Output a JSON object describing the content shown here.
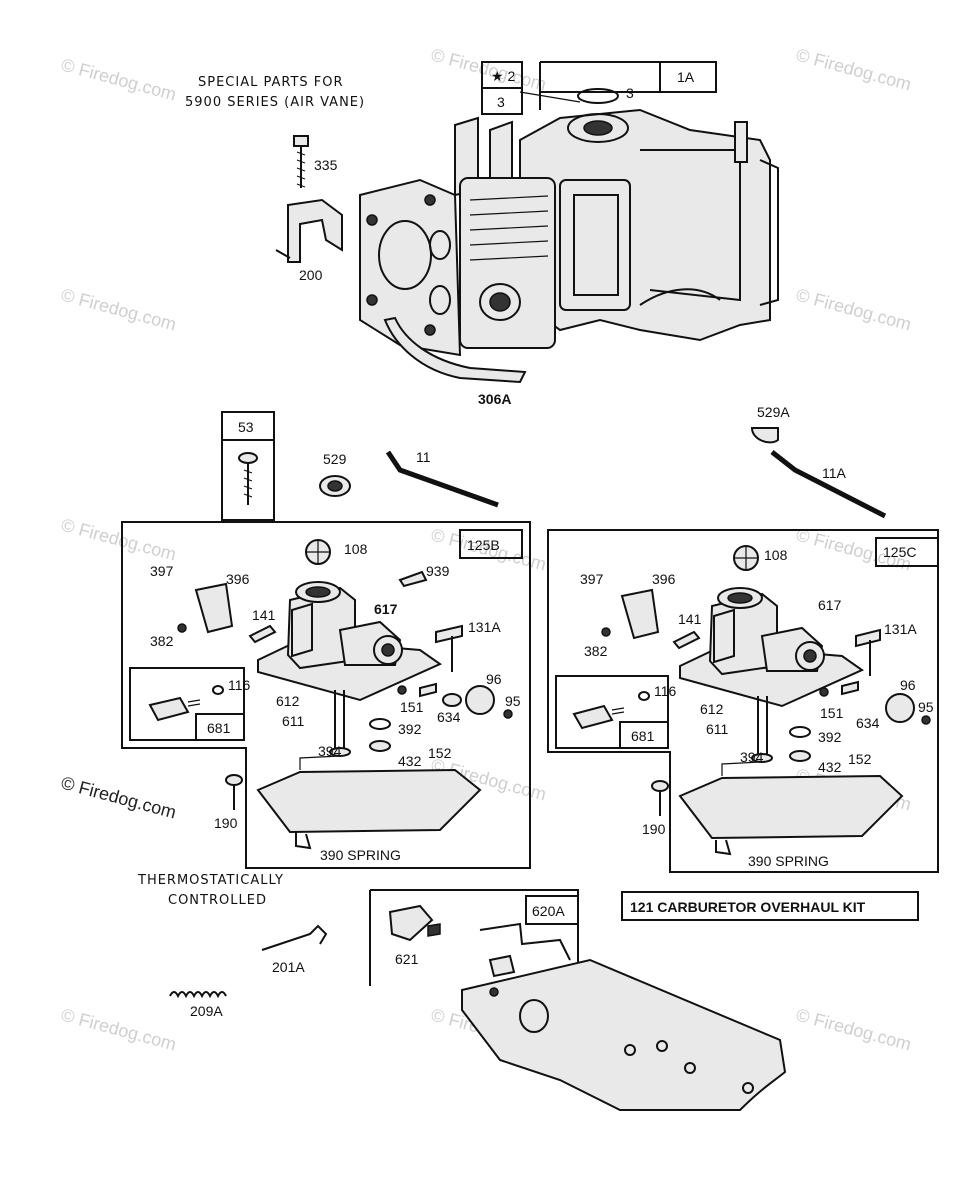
{
  "headings": {
    "special_parts": [
      "SPECIAL PARTS FOR",
      "5900 SERIES (AIR VANE)"
    ],
    "thermostatic": [
      "THERMOSTATICALLY",
      "CONTROLLED"
    ],
    "overhaul_kit": "121  CARBURETOR OVERHAUL KIT"
  },
  "boxes": {
    "star2": "★ 2",
    "b3": "3",
    "b1a": "1A",
    "b53": "53",
    "b125b": "125B",
    "b125c": "125C",
    "b681_left": "681",
    "b681_right": "681",
    "b620a": "620A"
  },
  "callouts": {
    "c3": "3",
    "c335": "335",
    "c200": "200",
    "c306a": "306A",
    "c529": "529",
    "c11": "11",
    "c529a": "529A",
    "c11a": "11A",
    "l108": "108",
    "l939": "939",
    "l397": "397",
    "l396": "396",
    "l382": "382",
    "l141": "141",
    "l617": "617",
    "l131a": "131A",
    "l116": "116",
    "l612": "612",
    "l611": "611",
    "l151": "151",
    "l634": "634",
    "l96": "96",
    "l95": "95",
    "l392": "392",
    "l432": "432",
    "l152": "152",
    "l394": "394",
    "l390": "390 SPRING",
    "l190": "190",
    "r108": "108",
    "r397": "397",
    "r396": "396",
    "r382": "382",
    "r141": "141",
    "r617": "617",
    "r131a": "131A",
    "r116": "116",
    "r612": "612",
    "r611": "611",
    "r151": "151",
    "r634": "634",
    "r96": "96",
    "r95": "95",
    "r392": "392",
    "r432": "432",
    "r152": "152",
    "r394": "394",
    "r390": "390 SPRING",
    "r190": "190",
    "c201a": "201A",
    "c209a": "209A",
    "c621": "621"
  },
  "watermark": "© Firedog.com",
  "watermark_wm": "© Firedog.com"
}
